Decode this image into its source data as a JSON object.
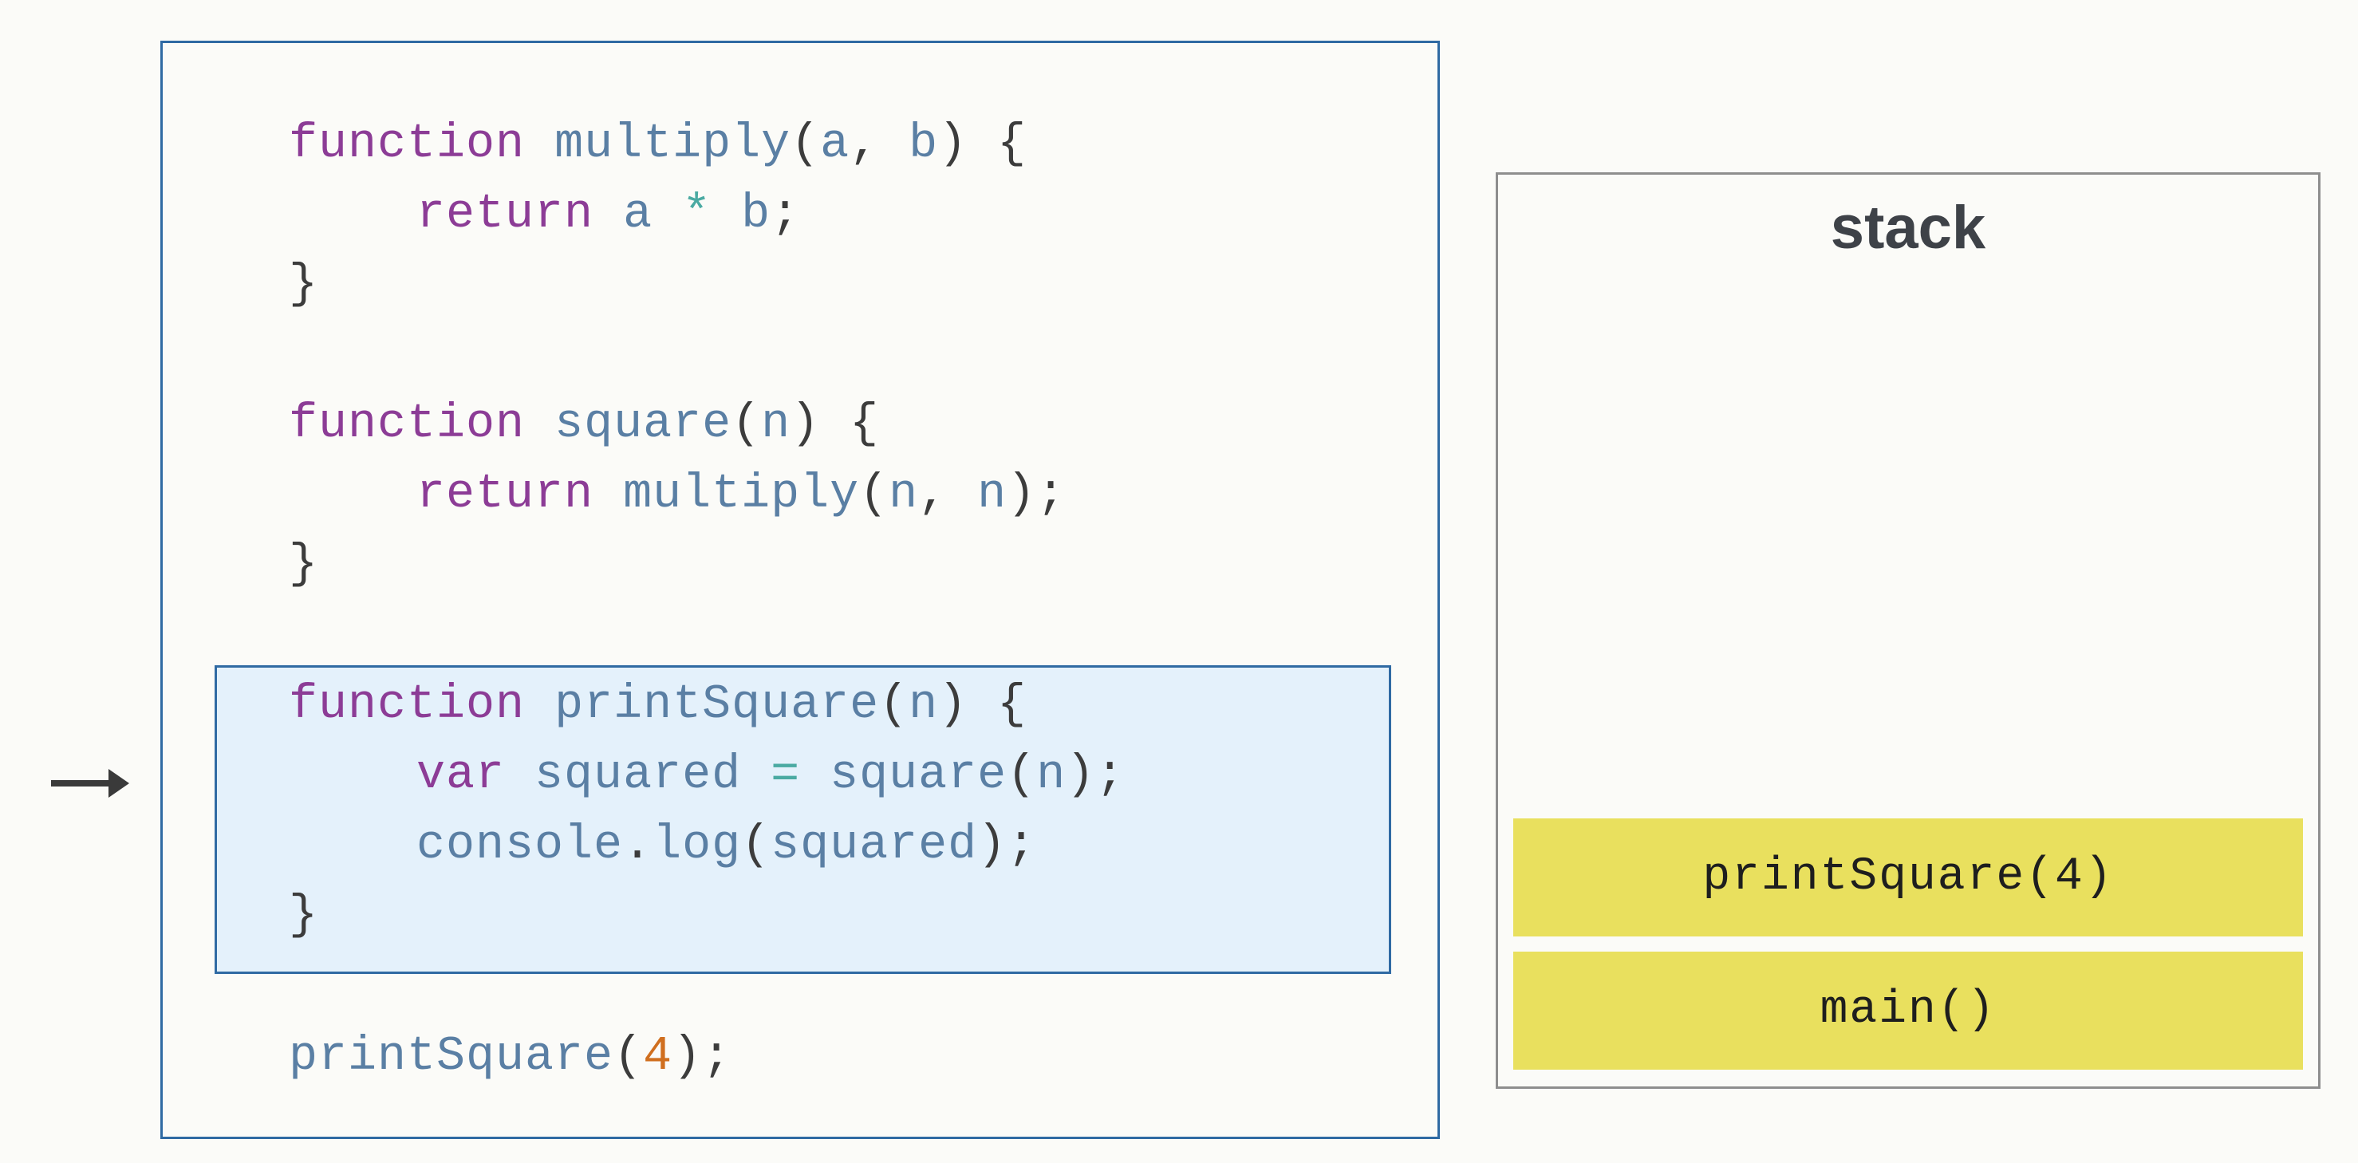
{
  "code": {
    "lines": [
      {
        "t1": "function",
        "t2": "multiply",
        "t3": "(",
        "t4": "a",
        "t5": ", ",
        "t6": "b",
        "t7": ") {"
      },
      {
        "t1": "return",
        "t2": "a",
        "t3": "*",
        "t4": "b",
        "t5": ";"
      },
      {
        "t1": "}"
      },
      {
        "t1": "function",
        "t2": "square",
        "t3": "(",
        "t4": "n",
        "t5": ") {"
      },
      {
        "t1": "return",
        "t2": "multiply",
        "t3": "(",
        "t4": "n",
        "t5": ", ",
        "t6": "n",
        "t7": ");"
      },
      {
        "t1": "}"
      },
      {
        "t1": "function",
        "t2": "printSquare",
        "t3": "(",
        "t4": "n",
        "t5": ") {"
      },
      {
        "t1": "var",
        "t2": "squared",
        "t3": "=",
        "t4": "square",
        "t5": "(",
        "t6": "n",
        "t7": ");"
      },
      {
        "t1": "console",
        "t2": ".",
        "t3": "log",
        "t4": "(",
        "t5": "squared",
        "t6": ");"
      },
      {
        "t1": "}"
      },
      {
        "t1": "printSquare",
        "t2": "(",
        "t3": "4",
        "t4": ");"
      }
    ]
  },
  "stack": {
    "title": "stack",
    "frames": [
      "printSquare(4)",
      "main()"
    ]
  },
  "colors": {
    "keyword": "#8c3c96",
    "identifier": "#5a7fa4",
    "operator": "#4aaaa2",
    "number": "#d06f1f",
    "panel_border": "#2f6aa3",
    "highlight_fill": "#e4f1fb",
    "stack_frame": "#e9e05e"
  },
  "icons": {
    "pointer": "right-arrow-icon"
  }
}
